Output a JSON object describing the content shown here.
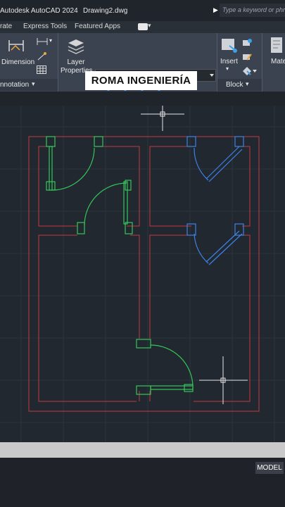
{
  "titlebar": {
    "app_name": "Autodesk AutoCAD 2024",
    "file_name": "Drawing2.dwg",
    "search_placeholder": "Type a keyword or phrase"
  },
  "tabs": [
    {
      "label": "rate"
    },
    {
      "label": "Express Tools"
    },
    {
      "label": "Featured Apps"
    }
  ],
  "ribbon": {
    "dimension_label": "Dimension",
    "layer_properties_label": "Layer Properties",
    "insert_label": "Insert",
    "material_properties_label": "Mate Proper",
    "annotation_panel": "nnotation",
    "block_panel": "Block"
  },
  "watermark": "ROMA INGENIERÍA",
  "status": {
    "model_label": "MODEL"
  },
  "colors": {
    "wall": "#c23a42",
    "door_green": "#34c759",
    "door_blue": "#3d82e6",
    "canvas_bg": "#212830",
    "ribbon_bg": "#3b4350"
  }
}
